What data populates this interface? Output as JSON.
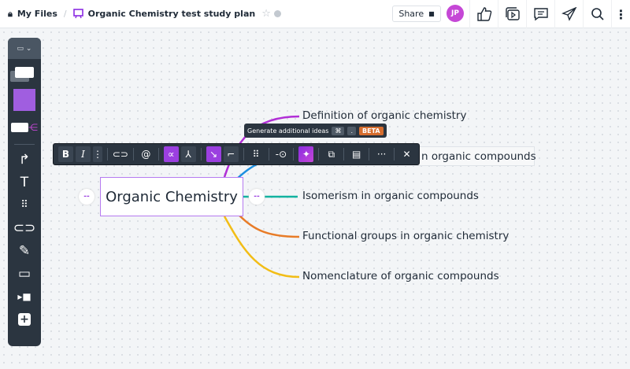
{
  "header": {
    "my_files": "My Files",
    "separator": "/",
    "board_title": "Organic Chemistry test study plan",
    "share": "Share",
    "avatar_initials": "JP",
    "avatar_color": "#c547d6"
  },
  "toolbar": {
    "bold": "B",
    "italic": "I",
    "more": "⋮",
    "ellipsis": "···",
    "close": "✕"
  },
  "tooltip": {
    "text": "Generate additional ideas",
    "shortcut_cmd": "⌘",
    "shortcut_key": ".",
    "badge": "BETA"
  },
  "mindmap": {
    "center": "Organic Chemistry",
    "collapse_label": "--",
    "branches": [
      {
        "label": "Definition of organic chemistry",
        "color": "#b12fd6"
      },
      {
        "label": "n organic compounds",
        "color": "#1d8fe0"
      },
      {
        "label": "Isomerism in organic compounds",
        "color": "#12b3a0"
      },
      {
        "label": "Functional groups in organic chemistry",
        "color": "#e87c28"
      },
      {
        "label": "Nomenclature of organic compounds",
        "color": "#f2bd16"
      }
    ]
  },
  "accent": "#9b3fe0"
}
